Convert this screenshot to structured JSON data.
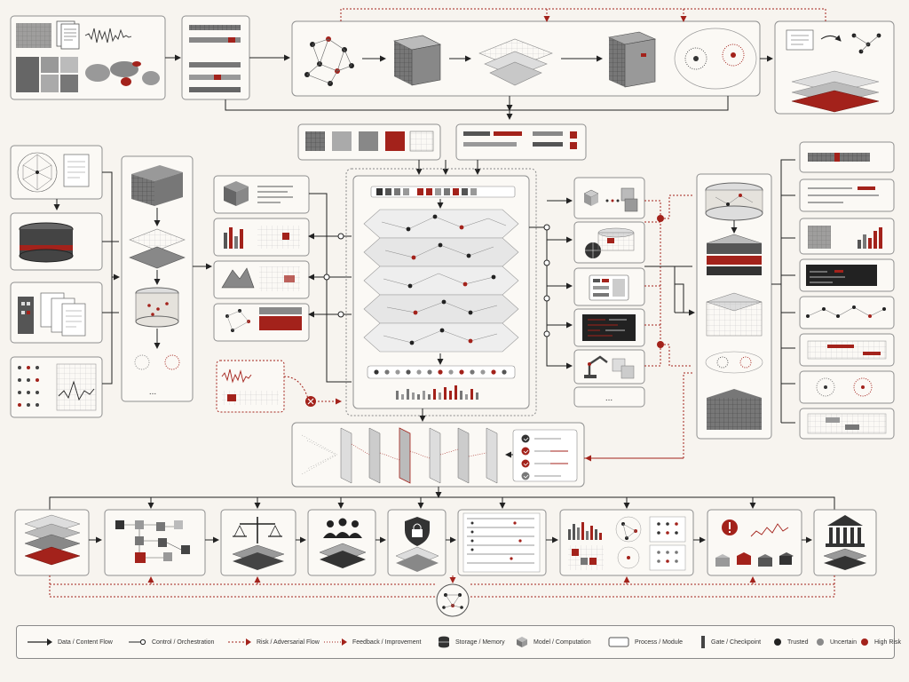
{
  "legend": {
    "data_flow": "Data / Content Flow",
    "control_flow": "Control / Orchestration",
    "risk_flow": "Risk / Adversarial Flow",
    "feedback_flow": "Feedback / Improvement",
    "storage": "Storage / Memory",
    "model": "Model / Computation",
    "process": "Process / Module",
    "gate": "Gate / Checkpoint",
    "trusted": "Trusted",
    "uncertain": "Uncertain",
    "high_risk": "High Risk"
  },
  "ellipsis": "...",
  "colors": {
    "ink": "#222222",
    "risk_red": "#a3221b",
    "mid_gray": "#9a9a9a",
    "light_gray": "#d9d6d0",
    "panel_border": "#8f8f8f",
    "background": "#f7f4ef"
  },
  "icons": [
    "network-icon",
    "document-icon",
    "waveform-icon",
    "world-map-icon",
    "database-icon",
    "building-icon",
    "chart-icon",
    "cube-icon",
    "layer-stack-icon",
    "robot-arm-icon",
    "code-icon",
    "scales-icon",
    "people-icon",
    "shield-lock-icon",
    "warning-icon",
    "institution-icon",
    "check-icon",
    "cross-icon"
  ]
}
